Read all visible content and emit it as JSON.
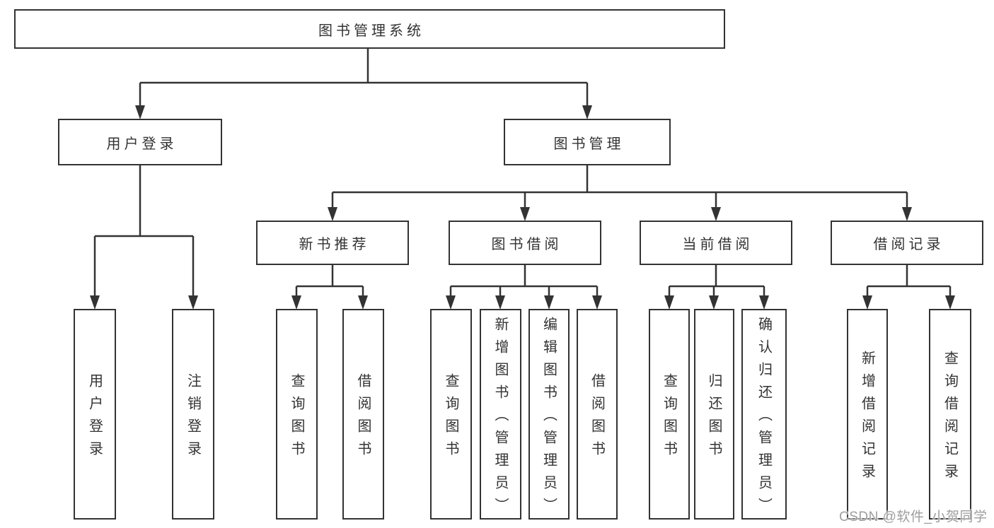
{
  "diagram_title": "图书管理系统",
  "nodes": {
    "root": {
      "label": "图书管理系统"
    },
    "user_login": {
      "label": "用户登录"
    },
    "book_mgmt": {
      "label": "图书管理"
    },
    "new_book_rec": {
      "label": "新书推荐"
    },
    "book_borrow": {
      "label": "图书借阅"
    },
    "current_borrow": {
      "label": "当前借阅"
    },
    "borrow_records": {
      "label": "借阅记录"
    },
    "leaf_user_login": {
      "label": "用户登录"
    },
    "leaf_logout": {
      "label": "注销登录"
    },
    "leaf_rec_query": {
      "label": "查询图书"
    },
    "leaf_rec_borrow": {
      "label": "借阅图书"
    },
    "leaf_bb_query": {
      "label": "查询图书"
    },
    "leaf_bb_add": {
      "label": "新增图书（管理员）"
    },
    "leaf_bb_edit": {
      "label": "编辑图书（管理员）"
    },
    "leaf_bb_borrow": {
      "label": "借阅图书"
    },
    "leaf_cb_query": {
      "label": "查询图书"
    },
    "leaf_cb_return": {
      "label": "归还图书"
    },
    "leaf_cb_confirm": {
      "label": "确认归还（管理员）"
    },
    "leaf_br_add": {
      "label": "新增借阅记录"
    },
    "leaf_br_query": {
      "label": "查询借阅记录"
    }
  },
  "edges": [
    [
      "root",
      "user_login"
    ],
    [
      "root",
      "book_mgmt"
    ],
    [
      "user_login",
      "leaf_user_login"
    ],
    [
      "user_login",
      "leaf_logout"
    ],
    [
      "book_mgmt",
      "new_book_rec"
    ],
    [
      "book_mgmt",
      "book_borrow"
    ],
    [
      "book_mgmt",
      "current_borrow"
    ],
    [
      "book_mgmt",
      "borrow_records"
    ],
    [
      "new_book_rec",
      "leaf_rec_query"
    ],
    [
      "new_book_rec",
      "leaf_rec_borrow"
    ],
    [
      "book_borrow",
      "leaf_bb_query"
    ],
    [
      "book_borrow",
      "leaf_bb_add"
    ],
    [
      "book_borrow",
      "leaf_bb_edit"
    ],
    [
      "book_borrow",
      "leaf_bb_borrow"
    ],
    [
      "current_borrow",
      "leaf_cb_query"
    ],
    [
      "current_borrow",
      "leaf_cb_return"
    ],
    [
      "current_borrow",
      "leaf_cb_confirm"
    ],
    [
      "borrow_records",
      "leaf_br_add"
    ],
    [
      "borrow_records",
      "leaf_br_query"
    ]
  ],
  "watermark": {
    "text": "CSDN @软件_小贺同学"
  },
  "colors": {
    "line": "#333333",
    "box_border": "#333333",
    "text": "#333333",
    "watermark": "#9e9e9e",
    "background": "#ffffff"
  }
}
